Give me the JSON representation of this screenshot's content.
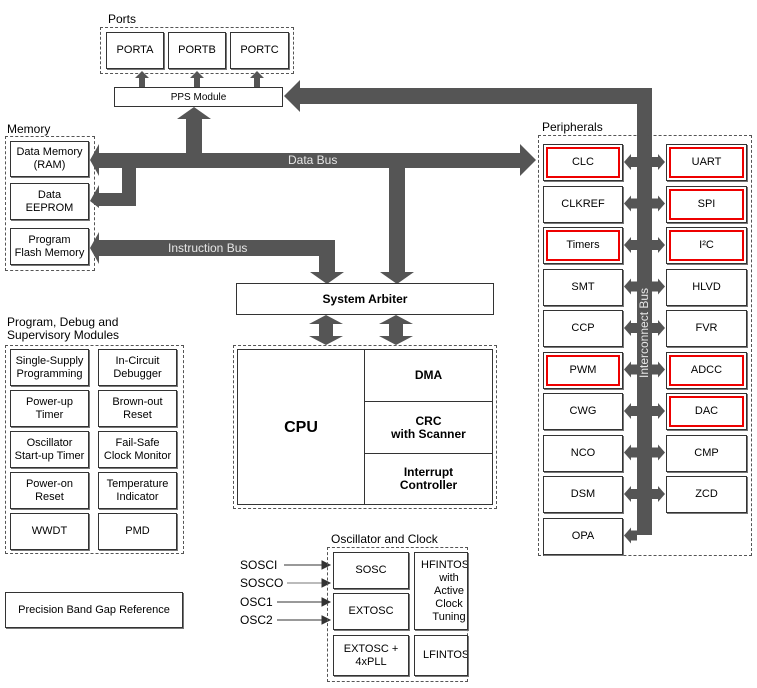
{
  "ports": {
    "label": "Ports",
    "items": [
      "PORTA",
      "PORTB",
      "PORTC"
    ]
  },
  "pps": {
    "label": "PPS Module"
  },
  "memory": {
    "label": "Memory",
    "items": [
      "Data Memory\n(RAM)",
      "Data\nEEPROM",
      "Program\nFlash Memory"
    ]
  },
  "buses": {
    "data_bus": "Data Bus",
    "instruction_bus": "Instruction Bus",
    "interconnect_bus": "Interconnect Bus"
  },
  "arbiter": {
    "label": "System Arbiter"
  },
  "core": {
    "cpu": "CPU",
    "dma": "DMA",
    "crc": "CRC\nwith Scanner",
    "interrupt": "Interrupt\nController"
  },
  "program_debug": {
    "label": "Program, Debug and\nSupervisory Modules",
    "items": [
      "Single-Supply\nProgramming",
      "In-Circuit\nDebugger",
      "Power-up\nTimer",
      "Brown-out\nReset",
      "Oscillator\nStart-up Timer",
      "Fail-Safe\nClock Monitor",
      "Power-on\nReset",
      "Temperature\nIndicator",
      "WWDT",
      "PMD"
    ]
  },
  "bandgap": {
    "label": "Precision Band Gap Reference"
  },
  "oscillator": {
    "label": "Oscillator and Clock",
    "pins": [
      "SOSCI",
      "SOSCO",
      "OSC1",
      "OSC2"
    ],
    "sosc": "SOSC",
    "extosc": "EXTOSC",
    "extosc_pll": "EXTOSC +\n4xPLL",
    "hfintosc": "HFINTOSC\nwith\nActive Clock\nTuning",
    "lfintosc": "LFINTOSC"
  },
  "peripherals": {
    "label": "Peripherals",
    "left": [
      {
        "label": "CLC",
        "highlight": true
      },
      {
        "label": "CLKREF",
        "highlight": false
      },
      {
        "label": "Timers",
        "highlight": true
      },
      {
        "label": "SMT",
        "highlight": false
      },
      {
        "label": "CCP",
        "highlight": false
      },
      {
        "label": "PWM",
        "highlight": true
      },
      {
        "label": "CWG",
        "highlight": false
      },
      {
        "label": "NCO",
        "highlight": false
      },
      {
        "label": "DSM",
        "highlight": false
      },
      {
        "label": "OPA",
        "highlight": false
      }
    ],
    "right": [
      {
        "label": "UART",
        "highlight": true
      },
      {
        "label": "SPI",
        "highlight": true
      },
      {
        "label": "I²C",
        "highlight": true
      },
      {
        "label": "HLVD",
        "highlight": false
      },
      {
        "label": "FVR",
        "highlight": false
      },
      {
        "label": "ADCC",
        "highlight": true
      },
      {
        "label": "DAC",
        "highlight": true
      },
      {
        "label": "CMP",
        "highlight": false
      },
      {
        "label": "ZCD",
        "highlight": false
      }
    ]
  },
  "colors": {
    "bus": "#555555",
    "highlight": "#ee0000"
  }
}
